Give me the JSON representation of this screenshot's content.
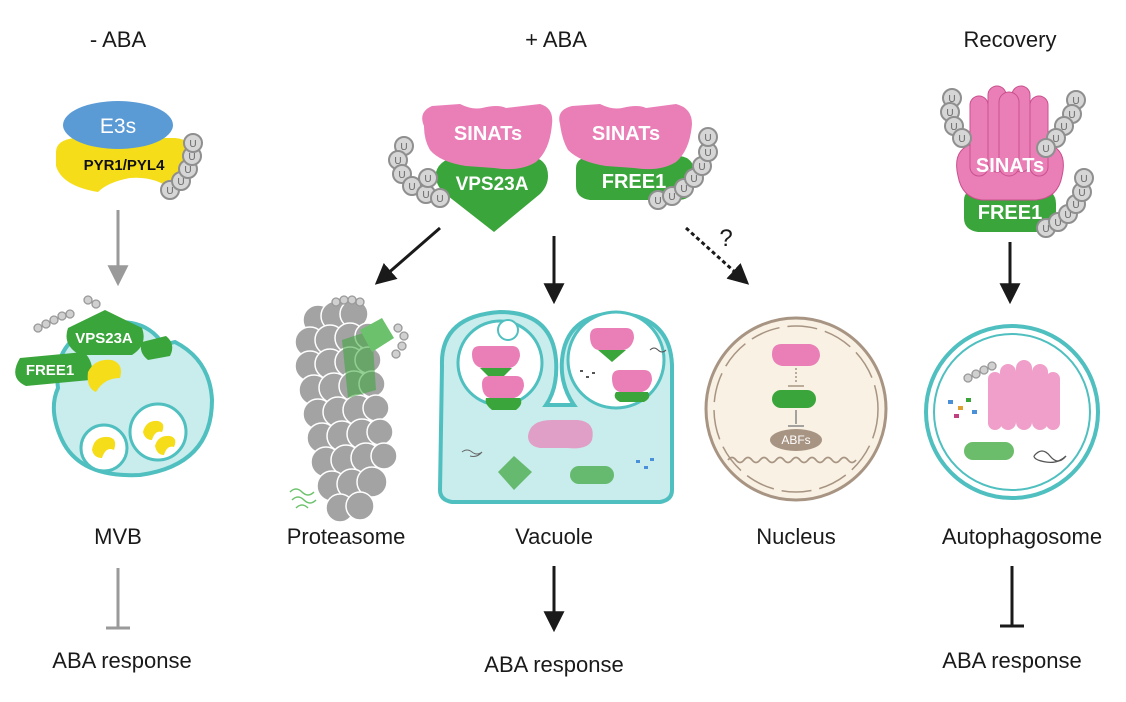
{
  "colors": {
    "pink": "#ea7fb7",
    "green": "#3aa53a",
    "yellow": "#f6dd1a",
    "blue": "#5b9bd5",
    "cyan_fill": "#c9ecec",
    "cyan_stroke": "#4fbfbf",
    "gray": "#9a9a9a",
    "tan": "#a89482"
  },
  "columns": {
    "minus_aba": {
      "title": "- ABA",
      "e3s": "E3s",
      "pyr": "PYR1/PYL4",
      "vps": "VPS23A",
      "free1": "FREE1",
      "compartment": "MVB",
      "response": "ABA response"
    },
    "plus_aba": {
      "title": "+ ABA",
      "complex1_top": "SINATs",
      "complex1_bottom": "VPS23A",
      "complex2_top": "SINATs",
      "complex2_bottom": "FREE1",
      "question": "?",
      "proteasome": "Proteasome",
      "vacuole": "Vacuole",
      "nucleus": "Nucleus",
      "abfs": "ABFs",
      "response": "ABA response"
    },
    "recovery": {
      "title": "Recovery",
      "sinats": "SINATs",
      "free1": "FREE1",
      "compartment": "Autophagosome",
      "response": "ABA response"
    }
  },
  "ub_symbol": "U"
}
